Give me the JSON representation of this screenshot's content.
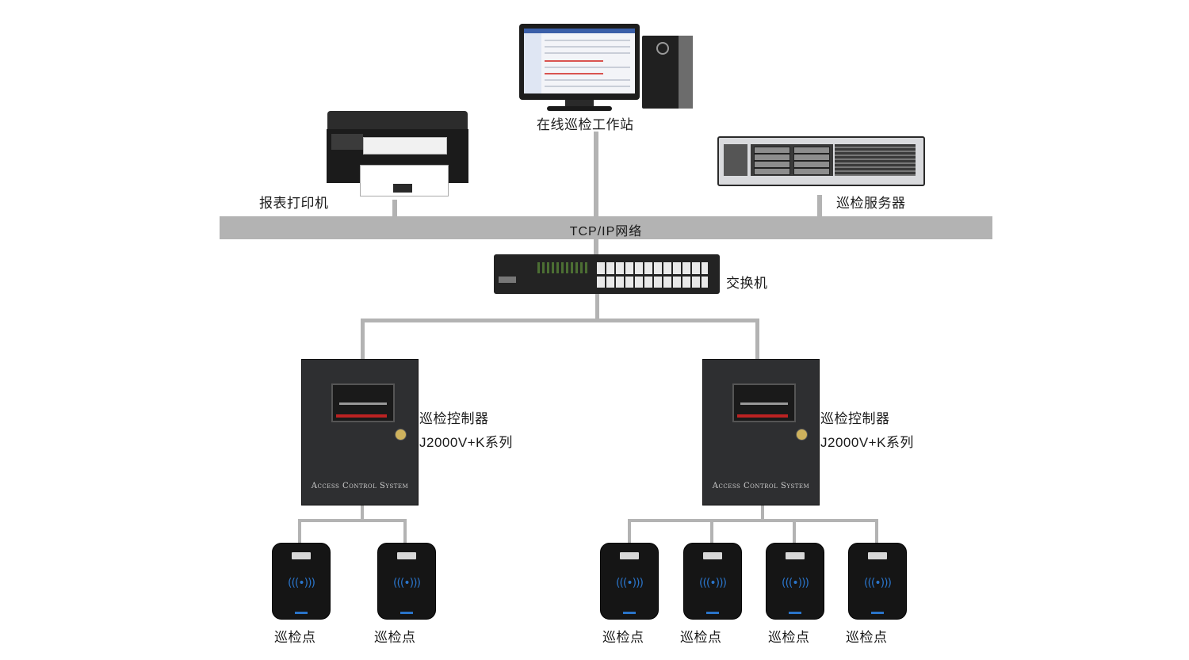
{
  "diagram": {
    "workstation_label": "在线巡检工作站",
    "printer_label": "报表打印机",
    "server_label": "巡检服务器",
    "network_label": "TCP/IP网络",
    "switch_label": "交换机",
    "controllers": [
      {
        "name": "巡检控制器",
        "model": "J2000V+K系列",
        "brand": "Access Control System"
      },
      {
        "name": "巡检控制器",
        "model": "J2000V+K系列",
        "brand": "Access Control System"
      }
    ],
    "checkpoints": [
      "巡检点",
      "巡检点",
      "巡检点",
      "巡检点",
      "巡检点",
      "巡检点"
    ]
  },
  "colors": {
    "connector": "#b3b3b3",
    "reader_wave": "#2a74c9"
  },
  "icons": [
    "workstation-icon",
    "printer-icon",
    "server-icon",
    "switch-icon",
    "controller-icon",
    "reader-icon"
  ]
}
